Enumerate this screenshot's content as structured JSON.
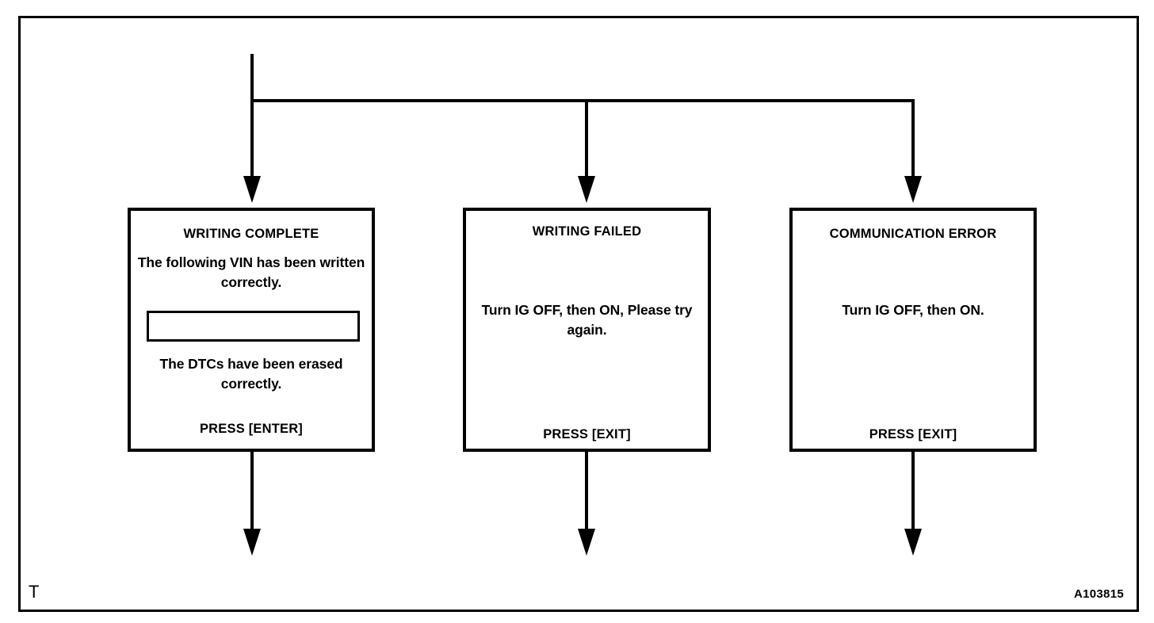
{
  "diagram": {
    "corner_label_left": "T",
    "figure_code": "A103815"
  },
  "boxes": [
    {
      "id": "writing-complete",
      "title": "WRITING COMPLETE",
      "message_top": "The following VIN has been written correctly.",
      "vin_field_value": "",
      "message_bottom": "The DTCs have been erased correctly.",
      "footer": "PRESS [ENTER]"
    },
    {
      "id": "writing-failed",
      "title": "WRITING  FAILED",
      "message_mid": "Turn IG OFF, then ON, Please try again.",
      "footer": "PRESS [EXIT]"
    },
    {
      "id": "communication-error",
      "title": "COMMUNICATION ERROR",
      "message_mid": "Turn IG OFF, then ON.",
      "footer": "PRESS [EXIT]"
    }
  ],
  "colors": {
    "line": "#000000",
    "background": "#ffffff"
  }
}
